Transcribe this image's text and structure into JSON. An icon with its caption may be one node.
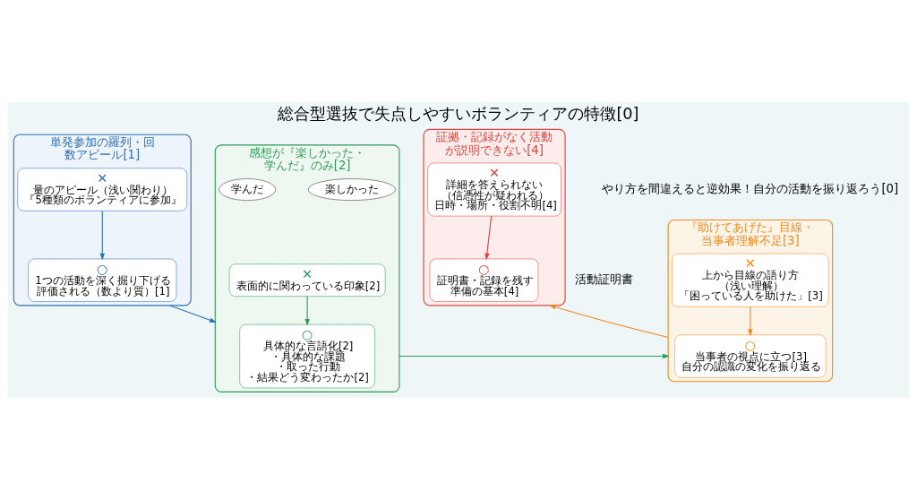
{
  "diagram": {
    "title": "総合型選抜で失点しやすいボランティアの特徴[0]",
    "nodes": [
      {
        "text": [
          "単発参加の羅列・回数アピール[1]"
        ]
      },
      {
        "text": [
          "✕",
          "量のアピール（浅い関わり）",
          "『5種類のボランティアに参加』"
        ],
        "in": 0
      },
      {
        "text": [
          "○",
          "1つの活動を深く掘り下げる",
          "評価される（数より質）[1]"
        ],
        "in": 0
      },
      {
        "text": [
          "感想が『楽しかった・学んだ』のみ[2]"
        ]
      },
      {
        "text": [
          "楽しかった"
        ],
        "in": 3
      },
      {
        "text": [
          "学んだ"
        ],
        "in": 3
      },
      {
        "text": [
          "✕",
          "表面的に関わっている印象[2]"
        ],
        "in": 3
      },
      {
        "text": [
          "○",
          "具体的な言語化[2]",
          "・具体的な課題",
          "・取った行動",
          "・結果どう変わったか[2]"
        ],
        "in": 3
      },
      {
        "text": [
          "『助けてあげた』目線・当事者理解不足[3]"
        ]
      },
      {
        "text": [
          "✕",
          "上から目線の語り方",
          "（浅い理解）",
          "「困っている人を助けた」[3]"
        ],
        "in": 8
      },
      {
        "text": [
          "○",
          "当事者の視点に立つ[3]",
          "自分の認識の変化を振り返る"
        ],
        "in": 8
      },
      {
        "text": [
          "証拠・記録がなく活動が説明できない[4]"
        ]
      },
      {
        "text": [
          "✕",
          "詳細を答えられない",
          "（信憑性が疑われる）",
          "日時・場所・役割不明[4]"
        ],
        "in": 11
      },
      {
        "text": [
          "○",
          "証明書・記録を残す",
          "準備の基本[4]"
        ],
        "in": 11
      }
    ],
    "edges": [
      {
        "from": 1,
        "to": 2,
        "arrow": "to",
        "color": "#2e6fb0"
      },
      {
        "from": 6,
        "to": 7,
        "arrow": "to",
        "color": "#2e9a5a"
      },
      {
        "from": 9,
        "to": 10,
        "arrow": "to",
        "color": "#ee8a1e"
      },
      {
        "from": 12,
        "to": 13,
        "arrow": "to",
        "color": "#d9443e"
      },
      {
        "from": 0,
        "to": 3,
        "arrow": "to",
        "color": "#2e6fb0"
      },
      {
        "from": 3,
        "to": 8,
        "arrow": "to",
        "color": "#2e9a5a"
      },
      {
        "from": 8,
        "to": 11,
        "arrow": "to",
        "color": "#ee8a1e"
      }
    ],
    "labels": [
      "やり方を間違えると逆効果！自分の活動を振り返ろう[0]",
      "活動証明書"
    ]
  }
}
